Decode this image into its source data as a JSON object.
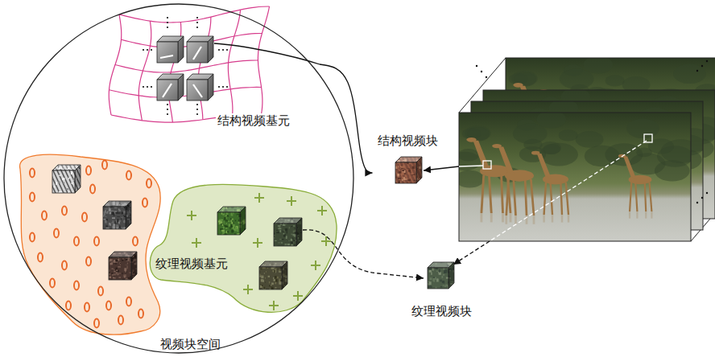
{
  "diagram": {
    "nodes": [
      {
        "text": [
          "视频块空间"
        ]
      },
      {
        "text": [
          "结构视频基元"
        ],
        "in": 0
      },
      {
        "text": [
          "结构视频块"
        ]
      },
      {
        "text": [
          "纹理视频块"
        ]
      }
    ],
    "edges": [
      {
        "from": 1,
        "to": 2,
        "arrow": "to"
      }
    ],
    "labels": [
      "纹理视频基元"
    ]
  }
}
